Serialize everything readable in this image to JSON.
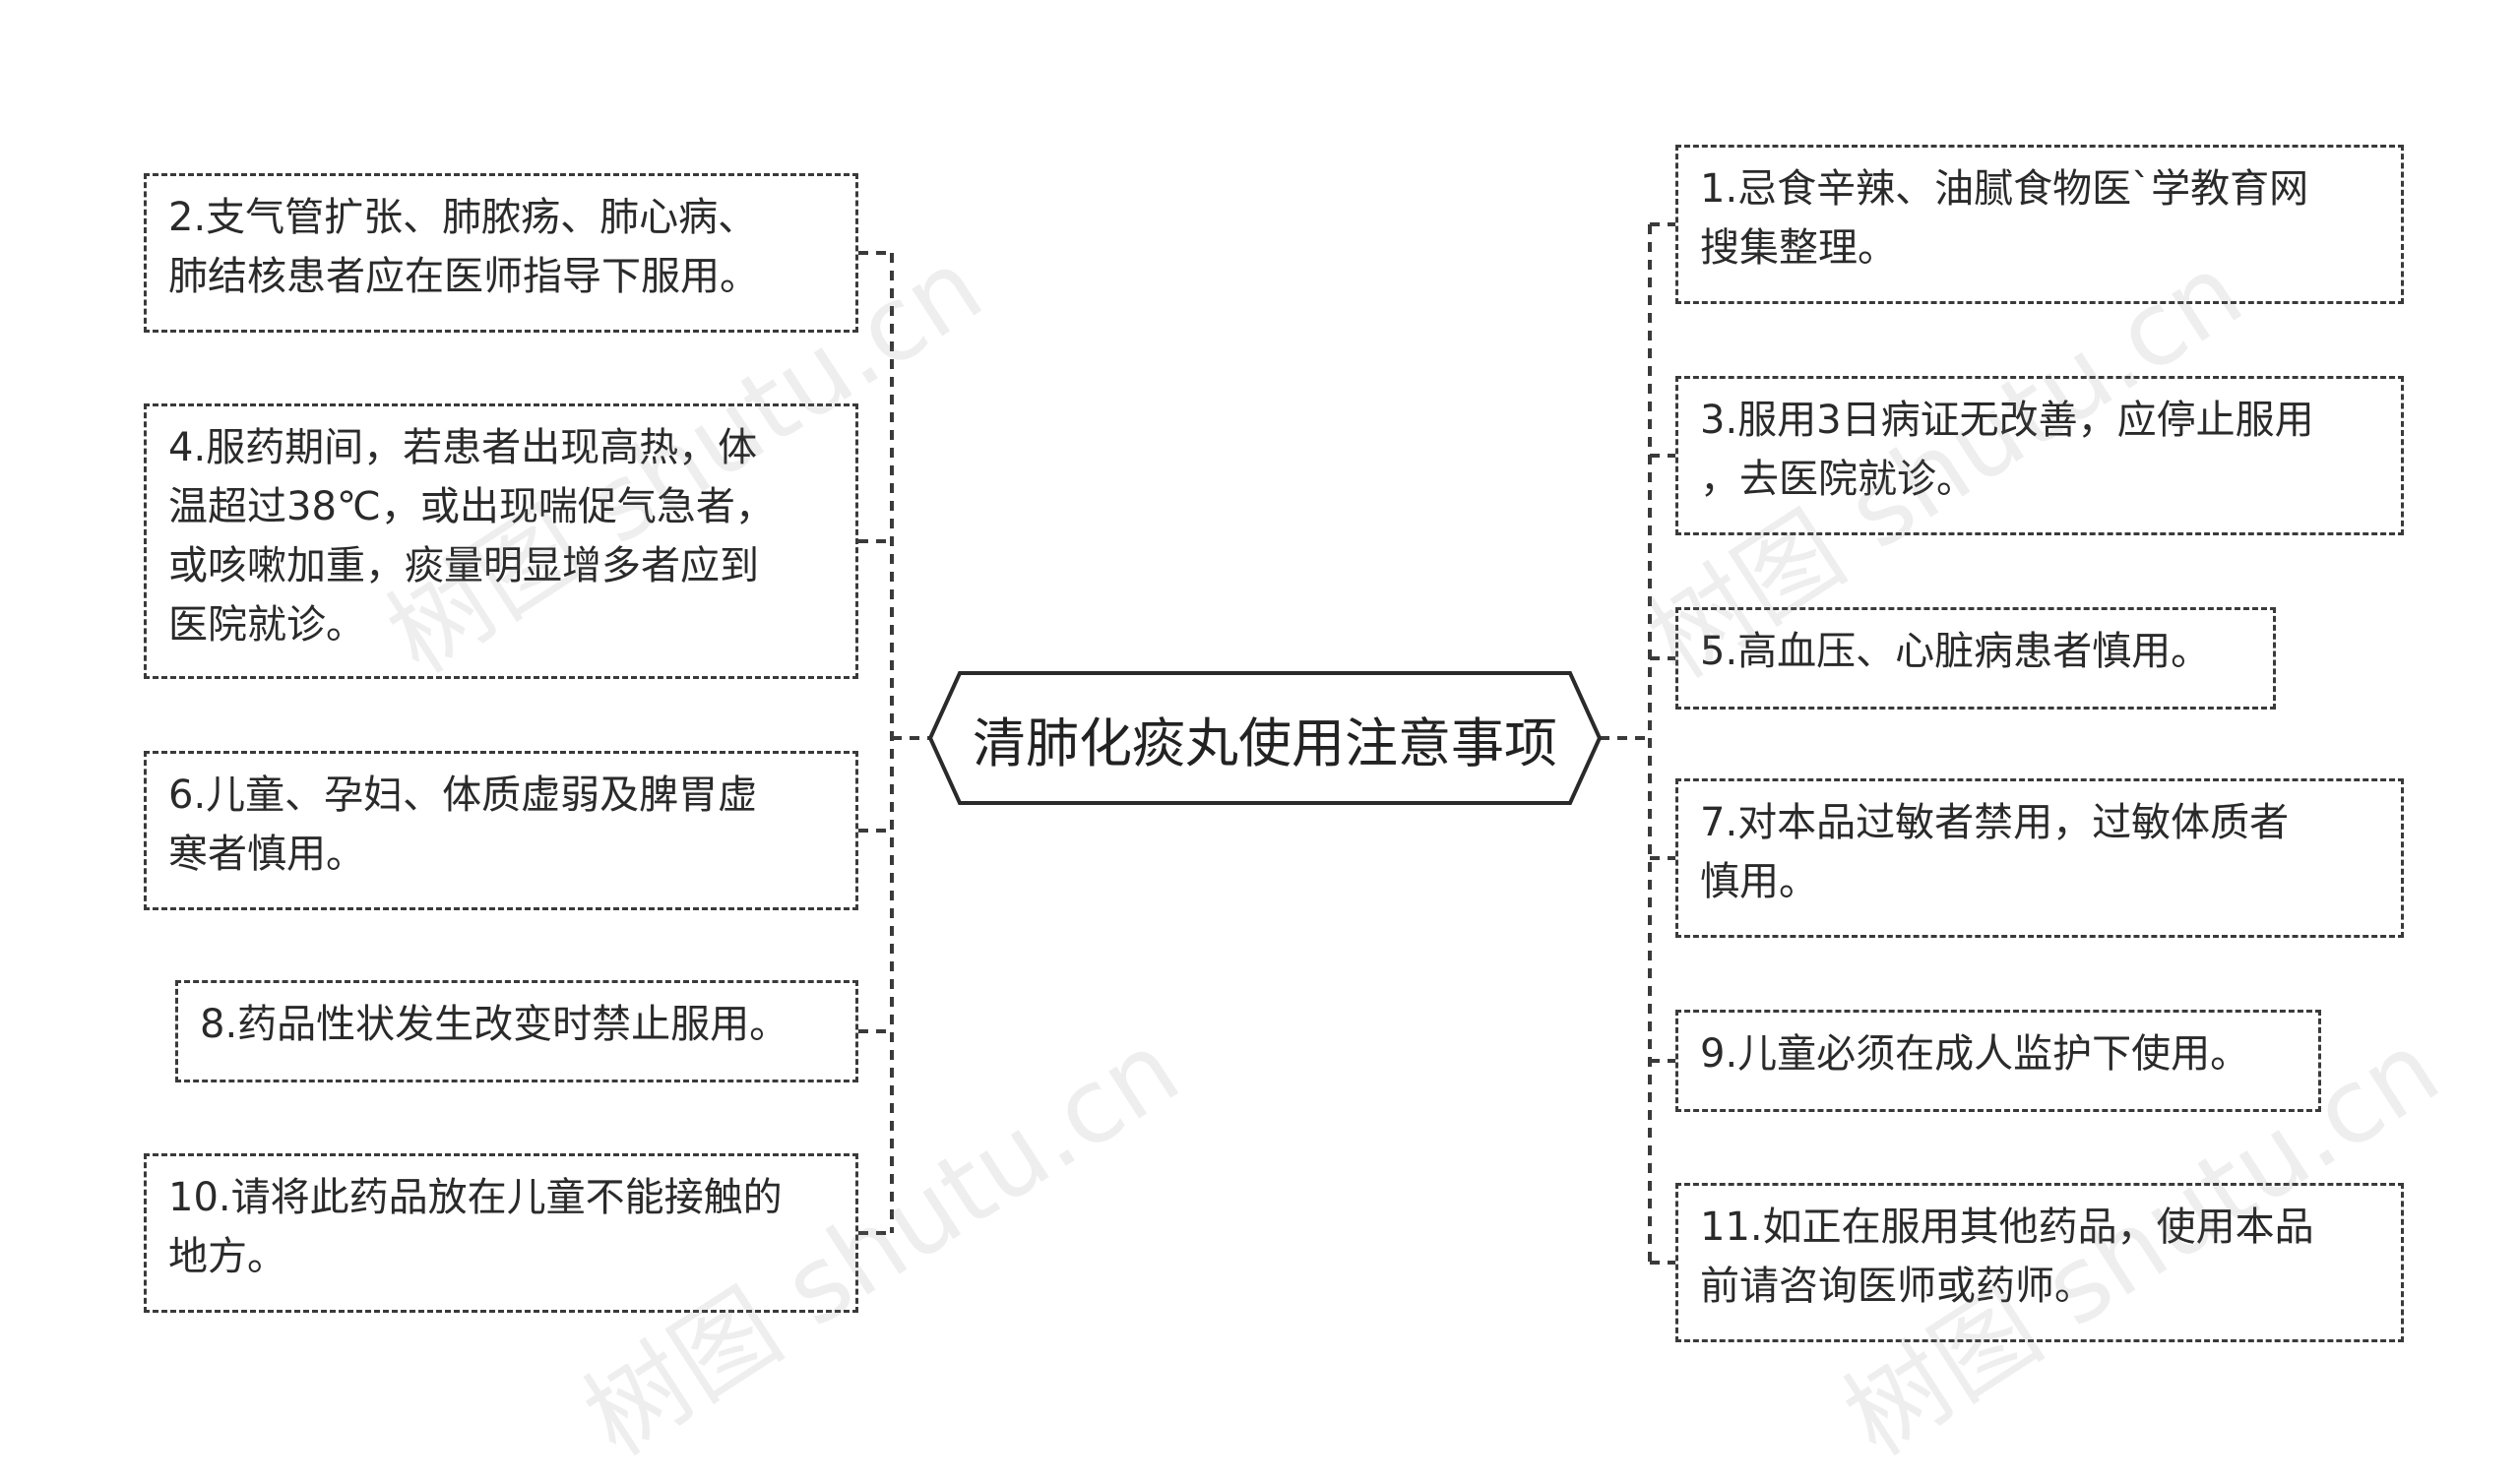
{
  "center": {
    "title": "清肺化痰丸使用注意事项"
  },
  "nodes": [
    {
      "id": "n2",
      "side": "left",
      "lines": [
        "2.支气管扩张、肺脓疡、肺心病、",
        "肺结核患者应在医师指导下服用。"
      ]
    },
    {
      "id": "n4",
      "side": "left",
      "lines": [
        "4.服药期间，若患者出现高热，体",
        "温超过38℃，或出现喘促气急者，",
        "或咳嗽加重，痰量明显增多者应到",
        "医院就诊。"
      ]
    },
    {
      "id": "n6",
      "side": "left",
      "lines": [
        "6.儿童、孕妇、体质虚弱及脾胃虚",
        "寒者慎用。"
      ]
    },
    {
      "id": "n8",
      "side": "left",
      "lines": [
        "8.药品性状发生改变时禁止服用。"
      ]
    },
    {
      "id": "n10",
      "side": "left",
      "lines": [
        "10.请将此药品放在儿童不能接触的",
        "地方。"
      ]
    },
    {
      "id": "n1",
      "side": "right",
      "lines": [
        "1.忌食辛辣、油腻食物医`学教育网",
        "搜集整理。"
      ]
    },
    {
      "id": "n3",
      "side": "right",
      "lines": [
        "3.服用3日病证无改善，应停止服用",
        "，去医院就诊。"
      ]
    },
    {
      "id": "n5",
      "side": "right",
      "lines": [
        "5.高血压、心脏病患者慎用。"
      ]
    },
    {
      "id": "n7",
      "side": "right",
      "lines": [
        "7.对本品过敏者禁用，过敏体质者",
        "慎用。"
      ]
    },
    {
      "id": "n9",
      "side": "right",
      "lines": [
        "9.儿童必须在成人监护下使用。"
      ]
    },
    {
      "id": "n11",
      "side": "right",
      "lines": [
        "11.如正在服用其他药品，使用本品",
        "前请咨询医师或药师。"
      ]
    }
  ],
  "watermarks": [
    "树图 shutu.cn",
    "树图 shutu.cn",
    "树图 shutu.cn",
    "树图 shutu.cn"
  ],
  "colors": {
    "stroke": "#3a3a3a",
    "text": "#2a2a2a",
    "background": "#ffffff"
  }
}
